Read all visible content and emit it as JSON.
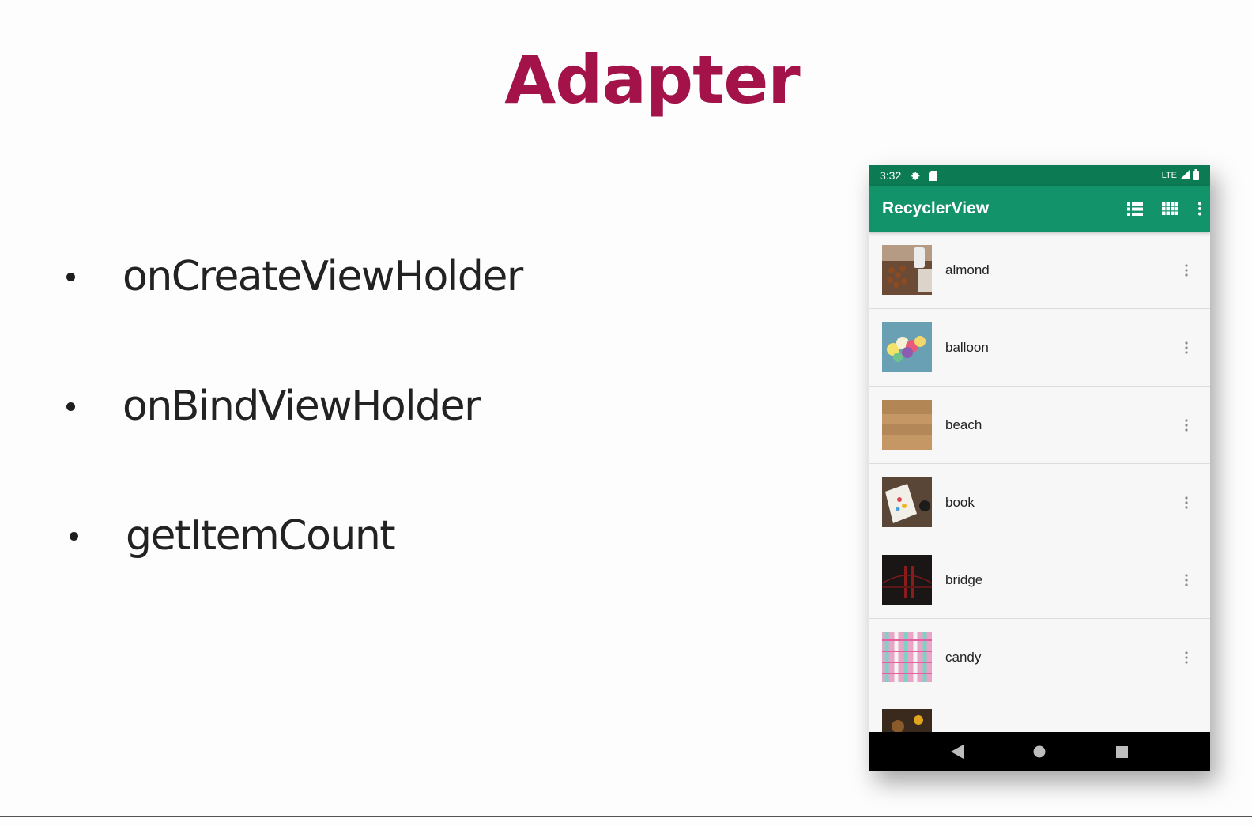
{
  "slide": {
    "title": "Adapter",
    "bullets": [
      "onCreateViewHolder",
      "onBindViewHolder",
      "getItemCount"
    ]
  },
  "phone": {
    "status_bar": {
      "time": "3:32",
      "network": "LTE"
    },
    "app_bar": {
      "title": "RecyclerView"
    },
    "list": {
      "items": [
        {
          "label": "almond"
        },
        {
          "label": "balloon"
        },
        {
          "label": "beach"
        },
        {
          "label": "book"
        },
        {
          "label": "bridge"
        },
        {
          "label": "candy"
        }
      ]
    }
  },
  "colors": {
    "title": "#a3134a",
    "status_bar": "#0c7a52",
    "app_bar": "#13936a"
  },
  "icons": {
    "status": [
      "gear-icon",
      "sd-card-icon",
      "signal-icon",
      "battery-icon"
    ],
    "app_bar": [
      "list-view-icon",
      "grid-view-icon",
      "more-vert-icon"
    ],
    "nav": [
      "back-icon",
      "home-icon",
      "recents-icon"
    ]
  }
}
